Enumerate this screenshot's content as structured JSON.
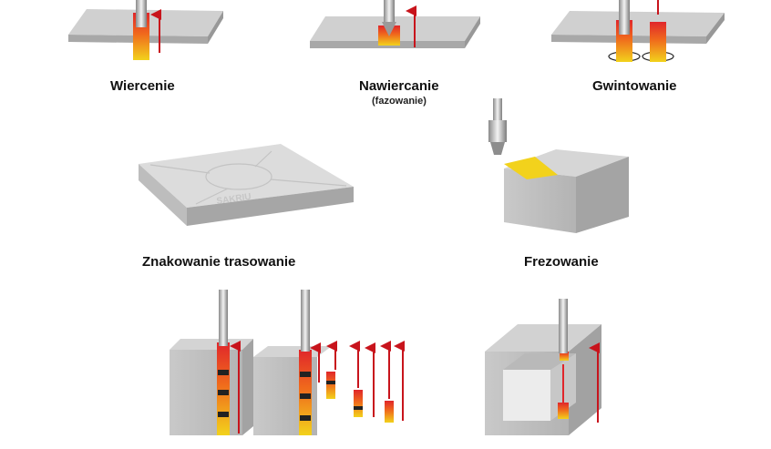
{
  "labels": {
    "wiercenie": "Wiercenie",
    "nawiercanie": "Nawiercanie",
    "nawiercanie_sub": "(fazowanie)",
    "gwintowanie": "Gwintowanie",
    "znakowanie": "Znakowanie trasowanie",
    "frezowanie": "Frezowanie"
  },
  "plate_marking_text": "SAKRIU",
  "colors": {
    "metal_top": "#cfcfcf",
    "metal_side": "#a9a9a9",
    "metal_front": "#bdbdbd",
    "hot_red": "#e0262b",
    "hot_yellow": "#f2d21c",
    "arrow_red": "#c8141c",
    "label": "#111111"
  }
}
